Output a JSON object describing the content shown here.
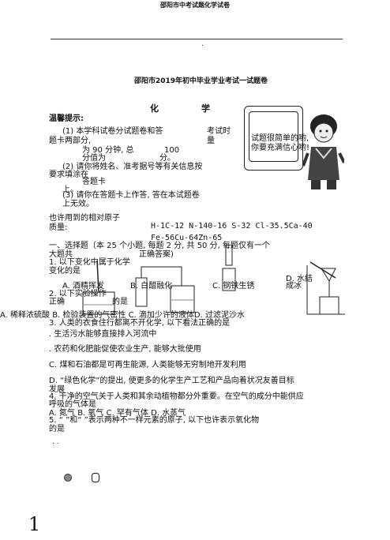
{
  "header": {
    "title": "邵阳市中考试题化学试卷",
    "dot": "."
  },
  "doc_title": "邵阳市2019年初中毕业学业考试一试题卷",
  "subject": {
    "c1": "化",
    "c2": "学"
  },
  "tips": {
    "heading": "温馨提示:",
    "l1a": "(1) 本学科试卷分试题卷和答",
    "l1b": "考试时",
    "l2a": "题卡两部分,",
    "l2b": "量",
    "l3a": "为 90 分钟,  总",
    "l3b": "100",
    "l4a": "分值为",
    "l4b": "分。",
    "l5": "(2) 请你将姓名、准考据号等有关信息按",
    "l6": "要求填涂在",
    "l7": "答题卡",
    "l8": "上。",
    "l9": "(3) 请你在答题卡上作答, 答在本试题卷",
    "l10": "上无效。"
  },
  "speech": {
    "line1": "试题很简单的哟,",
    "line2": "你要充满信心哟!"
  },
  "atomic_mass": {
    "l1": "也许用到的相对原子",
    "l2": "质量:",
    "values1": "H-1C-12   N-140-16   S-32 Cl-35.5Ca-40",
    "values2": "Fe-56Cu-64Zn-65"
  },
  "section1": {
    "l1": "一、选择题〔本   25 个小题, 每题 2 分, 共 50 分, 每题仅有一个",
    "l2a": "大题共",
    "l2b": "正确答案)",
    "l3": "1. 以下变化中属于化学"
  },
  "q1": {
    "stem": "变化的是",
    "a": "A. 酒精挥发",
    "b": "B. 白醋融化",
    "c": "C. 钢铁生锈",
    "d": "D. 水结",
    "d2": "成冰"
  },
  "q2": {
    "stem": "2. 以下实验操作",
    "stem2a": "正确",
    "stem2b": "的是",
    "opts": "A. 稀释浓硫酸 B. 检验装置的气密性 C. 滴加少许的液体D. 过滤泥沙水"
  },
  "q3": {
    "stem": "3. 人类的衣食住行都离不开化学, 以下看法正确的是",
    "a": ". 生活污水能够直接排入河流中",
    "b": ". 农药和化肥能促使农业生产, 能够大批使用",
    "c": "C. 煤和石油都是可再生能源, 人类能够无穷制地开发利用",
    "d": "D. “绿色化学”的提出, 使更多的化学生产工艺和产品向着状况友善目标",
    "d2": "发展"
  },
  "q4": {
    "stem": "4. 干净的空气关于人类和其余动植物都分外重要。在空气的成分中能供应",
    "stem2": "呼吸的气体是",
    "opts": "A. 氮气     B. 氧气   C. 罕有气体   D. 水蒸气"
  },
  "q5": {
    "stem": "5. “      ”和“      ”表示两种不一样元素的原子, 以下也许表示氧化物",
    "stem2": "的是",
    "dots": ". ."
  },
  "page_number": "1"
}
